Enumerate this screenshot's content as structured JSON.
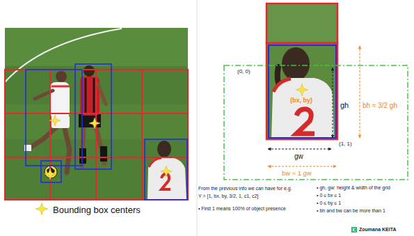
{
  "diagram": {
    "labels": [
      "(0, 0)",
      "(bx, by)",
      "gh",
      "bh ≈ 3/2 gh",
      "(1, 1)",
      "gw",
      "bw ≈ 1 gw",
      "From the previous info we can have for e.g.",
      "Y = [1, bx, by, 3/2, 1, c1, c2]",
      "• First 1 means 100% of object presence",
      "• gh, gw: height & width of the grid",
      "• 0 ≤ bx ≤ 1",
      "• 0 ≤ by ≤ 1",
      "• bh and bw can be more than 1",
      "Zoumana KEITA"
    ],
    "legend": [
      {
        "text": "Bounding box centers"
      }
    ]
  }
}
